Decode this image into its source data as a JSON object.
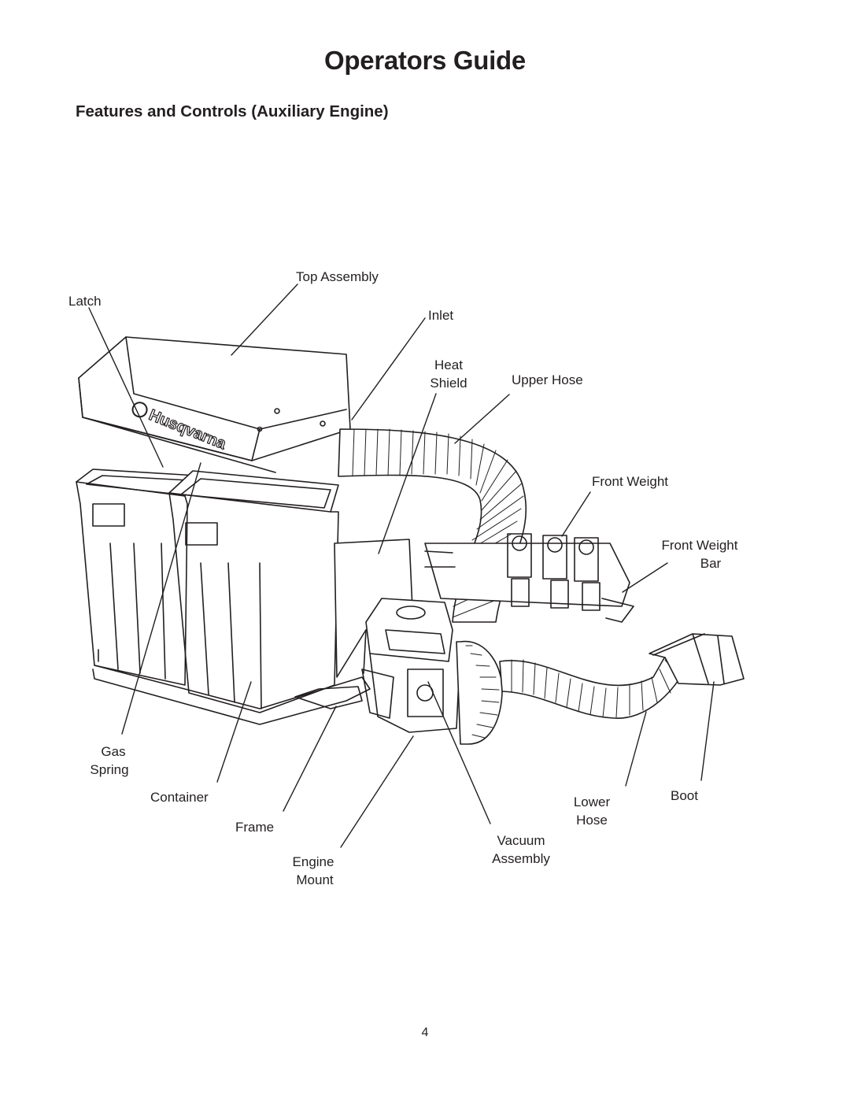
{
  "page": {
    "title": "Operators Guide",
    "subtitle": "Features and Controls (Auxiliary Engine)",
    "page_number": "4"
  },
  "brand_logo_text": "Husqvarna",
  "labels": {
    "top_assembly": "Top Assembly",
    "latch": "Latch",
    "inlet": "Inlet",
    "heat_shield_1": "Heat",
    "heat_shield_2": "Shield",
    "upper_hose": "Upper Hose",
    "front_weight": "Front Weight",
    "front_weight_bar_1": "Front Weight",
    "front_weight_bar_2": "Bar",
    "gas_spring_1": "Gas",
    "gas_spring_2": "Spring",
    "container": "Container",
    "frame": "Frame",
    "engine_mount_1": "Engine",
    "engine_mount_2": "Mount",
    "vacuum_assembly_1": "Vacuum",
    "vacuum_assembly_2": "Assembly",
    "lower_hose_1": "Lower",
    "lower_hose_2": "Hose",
    "boot": "Boot"
  }
}
